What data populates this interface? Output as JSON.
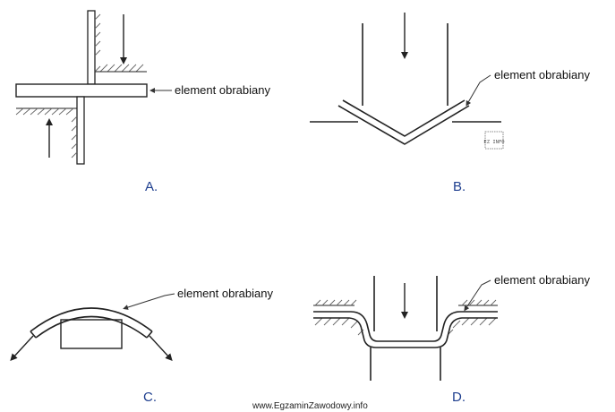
{
  "panels": [
    {
      "id": "A",
      "label": "A.",
      "callout": "element obrabiany"
    },
    {
      "id": "B",
      "label": "B.",
      "callout": "element obrabiany",
      "stamp": "EZ INFO"
    },
    {
      "id": "C",
      "label": "C.",
      "callout": "element obrabiany"
    },
    {
      "id": "D",
      "label": "D.",
      "callout": "element obrabiany"
    }
  ],
  "footer": "www.EgzaminZawodowy.info"
}
